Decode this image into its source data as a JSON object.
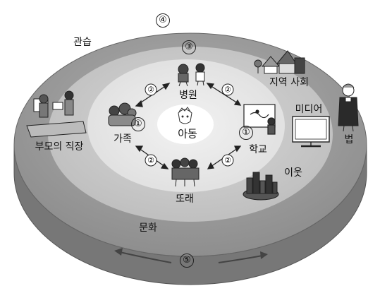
{
  "diagram": {
    "center": {
      "label": "아동"
    },
    "ring1": {
      "marker": "①",
      "nodes": [
        {
          "id": "hospital",
          "label": "병원"
        },
        {
          "id": "family",
          "label": "가족"
        },
        {
          "id": "school",
          "label": "학교"
        },
        {
          "id": "peers",
          "label": "또래"
        }
      ],
      "link_marker": "②"
    },
    "ring2": {
      "marker": "③",
      "nodes": [
        {
          "id": "parents-work",
          "label": "부모의 직장"
        },
        {
          "id": "community",
          "label": "지역 사회"
        },
        {
          "id": "media",
          "label": "미디어"
        },
        {
          "id": "neighbors",
          "label": "이웃"
        }
      ]
    },
    "ring3": {
      "marker": "④",
      "labels": {
        "custom": "관습",
        "culture": "문화",
        "law": "법"
      }
    },
    "time_marker": "⑤"
  },
  "colors": {
    "outer_top": "#9d9d9d",
    "outer_side": "#7a7a7a",
    "ring2": "#c6c6c6",
    "ring1": "#e6e6e6",
    "center": "#ffffff"
  },
  "icons": [
    "hospital-figures-icon",
    "family-figures-icon",
    "school-board-icon",
    "peer-group-icon",
    "parents-office-icon",
    "community-houses-icon",
    "monitor-icon",
    "neighbor-buildings-icon",
    "judge-icon",
    "child-icon"
  ]
}
